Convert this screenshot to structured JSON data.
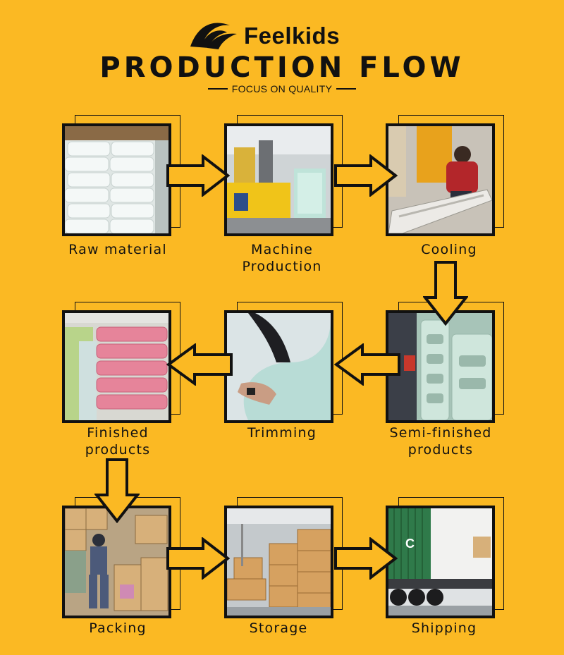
{
  "header": {
    "brand": "Feelkids",
    "title": "PRODUCTION FLOW",
    "subtitle": "FOCUS ON QUALITY"
  },
  "steps": [
    {
      "label_line1": "Raw material",
      "label_line2": "",
      "photo": "white-bags-on-pallet"
    },
    {
      "label_line1": "Machine",
      "label_line2": "Production",
      "photo": "blow-molding-machine"
    },
    {
      "label_line1": "Cooling",
      "label_line2": "",
      "photo": "worker-cooling-panels"
    },
    {
      "label_line1": "Semi-finished",
      "label_line2": "products",
      "photo": "green-panels-stack"
    },
    {
      "label_line1": "Trimming",
      "label_line2": "",
      "photo": "hand-trimming-part"
    },
    {
      "label_line1": "Finished",
      "label_line2": "products",
      "photo": "pink-panels-stack"
    },
    {
      "label_line1": "Packing",
      "label_line2": "",
      "photo": "worker-packing-boxes"
    },
    {
      "label_line1": "Storage",
      "label_line2": "",
      "photo": "warehouse-boxes"
    },
    {
      "label_line1": "Shipping",
      "label_line2": "",
      "photo": "container-truck"
    }
  ],
  "colors": {
    "background": "#fbb923",
    "arrow_fill": "#fbb923",
    "outline": "#111111"
  },
  "icons": [
    "feelkids-logo-icon",
    "arrow-right-icon",
    "arrow-left-icon",
    "arrow-down-icon"
  ]
}
